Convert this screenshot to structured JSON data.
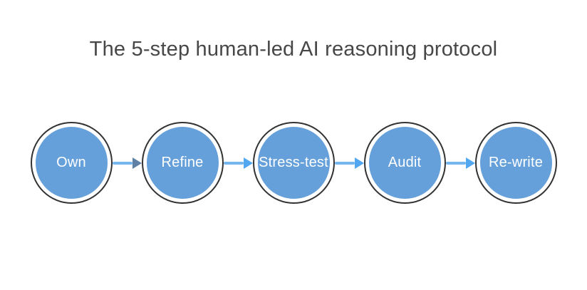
{
  "title": "The 5-step human-led AI reasoning protocol",
  "diagram": {
    "steps": [
      {
        "label": "Own"
      },
      {
        "label": "Refine"
      },
      {
        "label": "Stress-test"
      },
      {
        "label": "Audit"
      },
      {
        "label": "Re-write"
      }
    ],
    "connectors": [
      {
        "from": "Own",
        "to": "Refine",
        "head_color": "#5e81a5"
      },
      {
        "from": "Refine",
        "to": "Stress-test",
        "head_color": "#52a7f1"
      },
      {
        "from": "Stress-test",
        "to": "Audit",
        "head_color": "#52a7f1"
      },
      {
        "from": "Audit",
        "to": "Re-write",
        "head_color": "#52a7f1"
      }
    ],
    "colors": {
      "background": "#ffffff",
      "title_text": "#474747",
      "circle_ring": "#333333",
      "circle_fill": "#66a0da",
      "label_text": "#ffffff",
      "arrow_line": "#76b6ef",
      "arrowhead_default": "#52a7f1",
      "arrowhead_first": "#5e81a5"
    }
  }
}
